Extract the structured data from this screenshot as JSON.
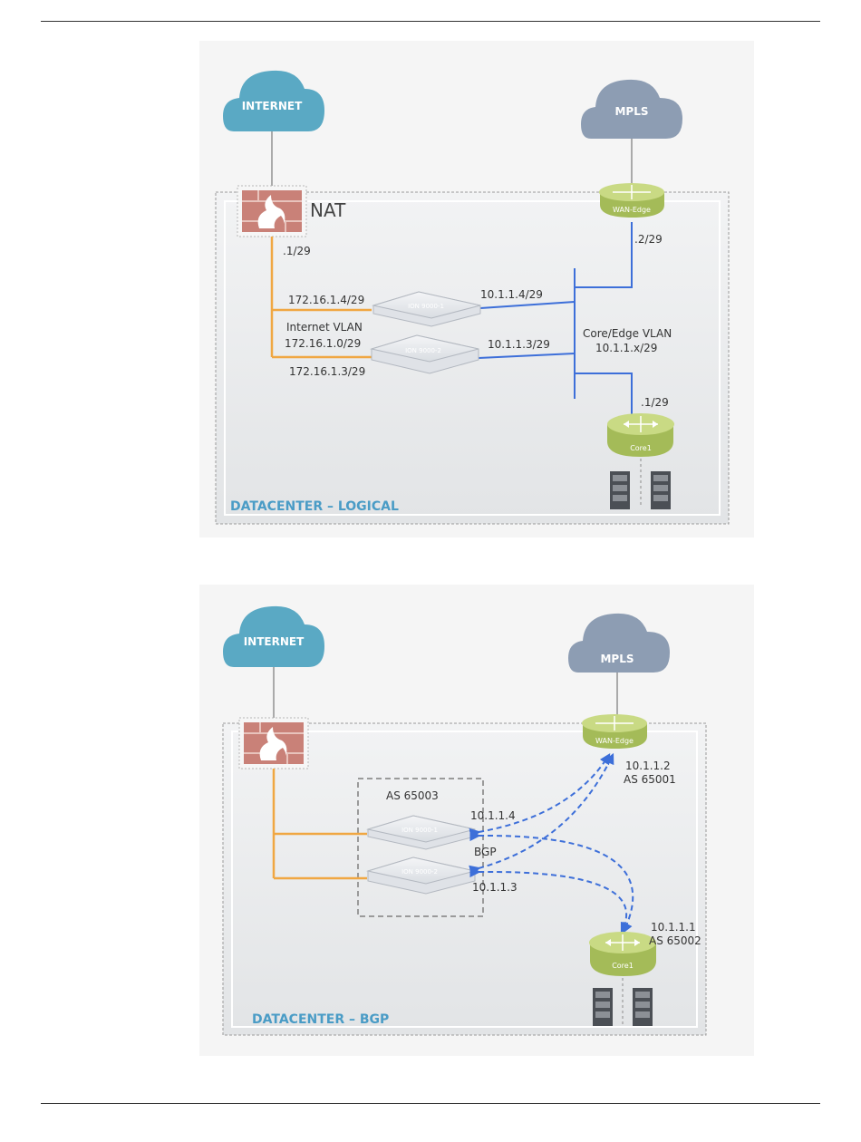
{
  "logical": {
    "internet_label": "INTERNET",
    "mpls_label": "MPLS",
    "nat_label": "NAT",
    "nat_addr": ".1/29",
    "wan_edge_label": "WAN-Edge",
    "wan_edge_addr": ".2/29",
    "ion1_label": "ION 9000-1",
    "ion2_label": "ION 9000-2",
    "ion1_inet_addr": "172.16.1.4/29",
    "ion2_inet_addr": "172.16.1.3/29",
    "inet_vlan_name": "Internet VLAN",
    "inet_vlan_subnet": "172.16.1.0/29",
    "ion1_core_addr": "10.1.1.4/29",
    "ion2_core_addr": "10.1.1.3/29",
    "core_vlan_name": "Core/Edge VLAN",
    "core_vlan_subnet": "10.1.1.x/29",
    "core_addr": ".1/29",
    "core_label": "Core1",
    "panel_label": "DATACENTER – LOGICAL"
  },
  "bgp": {
    "internet_label": "INTERNET",
    "mpls_label": "MPLS",
    "wan_edge_label": "WAN-Edge",
    "wan_edge_ip": "10.1.1.2",
    "wan_edge_as": "AS 65001",
    "as_group_label": "AS 65003",
    "ion1_label": "ION 9000-1",
    "ion2_label": "ION 9000-2",
    "ion1_ip": "10.1.1.4",
    "ion2_ip": "10.1.1.3",
    "bgp_label": "BGP",
    "core_label": "Core1",
    "core_ip": "10.1.1.1",
    "core_as": "AS 65002",
    "panel_label": "DATACENTER – BGP"
  },
  "colors": {
    "internet_cloud": "#5aa9c4",
    "mpls_cloud": "#8d9db3",
    "firewall": "#c98178",
    "router_green": "#bccf72",
    "orange_link": "#f0a742",
    "blue_link": "#3d6fd9",
    "panel_title": "#4a9cc6"
  }
}
